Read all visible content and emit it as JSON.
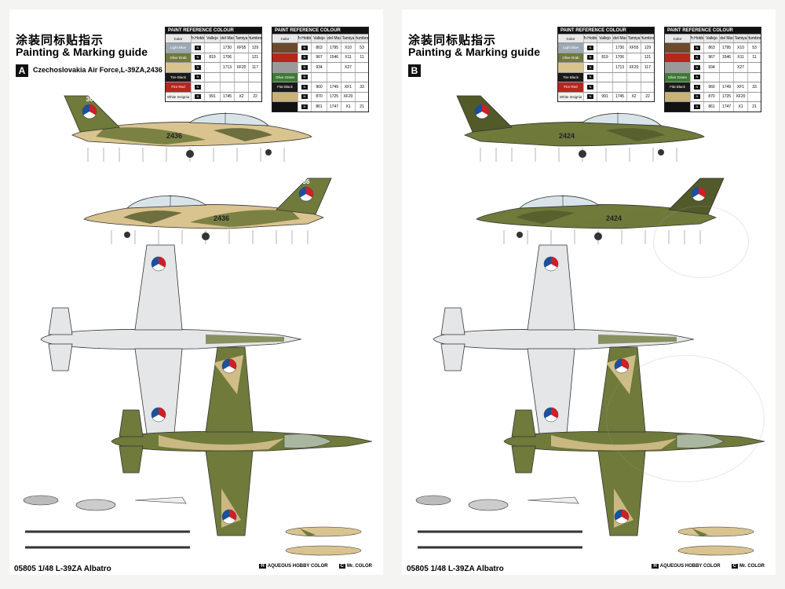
{
  "pages": [
    {
      "id": "A",
      "cn_title": "涂装同标贴指示",
      "en_title": "Painting & Marking guide",
      "badge": "A",
      "variant": "Czechoslovakia Air Force,L-39ZA,2436",
      "footer": "05805  1/48  L-39ZA Albatro",
      "legend_h": "H",
      "legend_h_text": "AQUEOUS HOBBY COLOR",
      "legend_c": "C",
      "legend_c_text": "Mr. COLOR",
      "serial": "2436",
      "tail_number": "36"
    },
    {
      "id": "B",
      "cn_title": "涂装同标贴指示",
      "en_title": "Painting & Marking guide",
      "badge": "B",
      "variant": "",
      "footer": "05805  1/48  L-39ZA Albatro",
      "legend_h": "H",
      "legend_h_text": "AQUEOUS HOBBY COLOR",
      "legend_c": "C",
      "legend_c_text": "Mr. COLOR",
      "serial": "2424",
      "tail_number": ""
    }
  ],
  "paint_tables": {
    "header": "PAINT REFERENCE COLOUR",
    "columns": [
      "Color",
      "Mr.Hobby",
      "Vallejo",
      "Model Master",
      "Tamiya",
      "Humbrol"
    ],
    "left": [
      [
        "Light Blue",
        "",
        "1730",
        "XF55",
        "129"
      ],
      [
        "Olive Drab",
        "",
        "1706",
        "",
        "121"
      ],
      [
        "",
        "",
        "1713",
        "XF20",
        "117"
      ],
      [
        "Tire Black",
        "",
        "",
        "",
        ""
      ],
      [
        "Fire Red",
        "",
        "",
        "",
        ""
      ],
      [
        "White Insignia",
        "",
        "1745",
        "X2",
        "22"
      ]
    ],
    "left_vallejo": [
      "",
      "819",
      "",
      "",
      "",
      "991"
    ],
    "right": [
      [
        "",
        "863",
        "1795",
        "X10",
        "53"
      ],
      [
        "",
        "967",
        "1546",
        "X11",
        "11"
      ],
      [
        "",
        "934",
        "",
        "X27",
        ""
      ],
      [
        "Olive Green",
        "",
        "",
        "",
        ""
      ],
      [
        "Flat Black",
        "960",
        "1749",
        "XF1",
        "33"
      ],
      [
        "",
        "870",
        "1725",
        "XF20",
        ""
      ],
      [
        "",
        "861",
        "1747",
        "X1",
        "21"
      ]
    ]
  },
  "colors": {
    "sand": "#d9c38f",
    "green": "#6f7a3b",
    "dark_green": "#525a2a",
    "underside": "#e4e6e8",
    "outline": "#333333",
    "red": "#cc2027",
    "blue": "#1d4f9c"
  }
}
